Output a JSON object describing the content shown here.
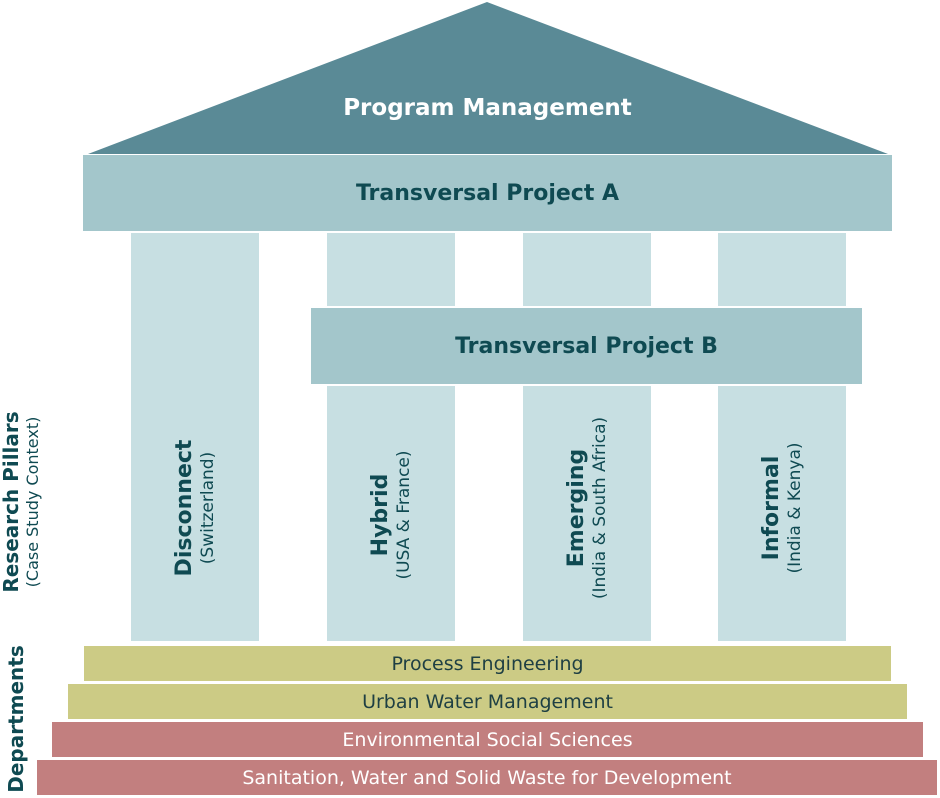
{
  "colors": {
    "roof": "#5a8a96",
    "beam": "#a3c6cb",
    "column": "#c7dfe2",
    "department_green": "#cccb85",
    "department_red": "#c27f7f",
    "text_dark": "#0f4a52"
  },
  "roof": {
    "label": "Program Management"
  },
  "transversal": {
    "a": "Transversal Project A",
    "b": "Transversal Project B"
  },
  "pillars": [
    {
      "name": "Disconnect",
      "context": "(Switzerland)"
    },
    {
      "name": "Hybrid",
      "context": "(USA & France)"
    },
    {
      "name": "Emerging",
      "context": "(India & South Africa)"
    },
    {
      "name": "Informal",
      "context": "(India & Kenya)"
    }
  ],
  "side_labels": {
    "pillars_title": "Research Pillars",
    "pillars_sub": "(Case Study Context)",
    "departments": "Departments"
  },
  "departments": [
    "Process Engineering",
    "Urban Water Management",
    "Environmental Social Sciences",
    "Sanitation, Water and Solid Waste for Development"
  ]
}
